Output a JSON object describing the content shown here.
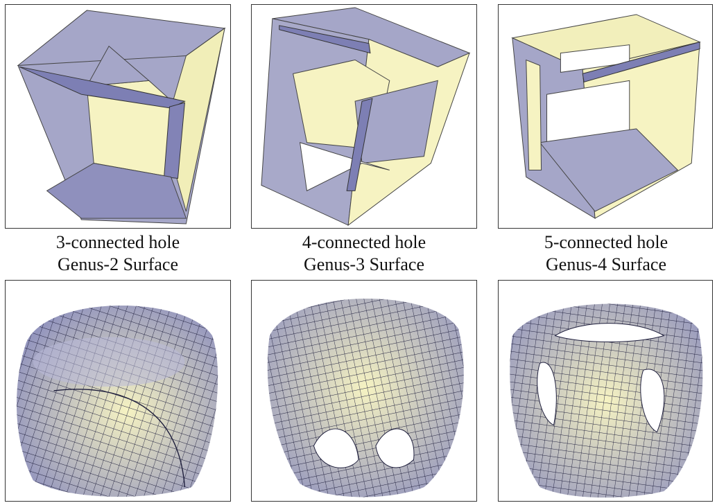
{
  "figure": {
    "columns": [
      {
        "hole": "3-connected hole",
        "surface": "Genus-2 Surface"
      },
      {
        "hole": "4-connected hole",
        "surface": "Genus-3 Surface"
      },
      {
        "hole": "5-connected hole",
        "surface": "Genus-4 Surface"
      }
    ]
  },
  "colors": {
    "face_yellow": "#f6f3c2",
    "face_lavender": "#a5a6c8",
    "face_dark": "#7d7fb4",
    "mesh_line": "#1e1e3c",
    "frame": "#333333"
  },
  "icons": [
    "polyhedral-cube-frame",
    "smooth-subdivision-surface"
  ]
}
